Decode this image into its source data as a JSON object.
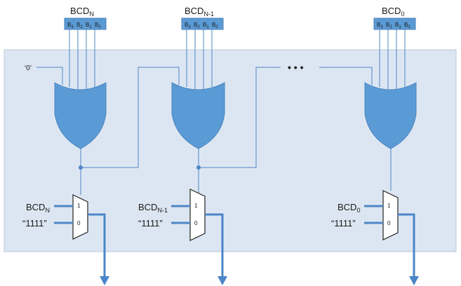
{
  "diagram": {
    "inputs": [
      {
        "bcd": {
          "main": "BCD",
          "sub": "N"
        },
        "bits": [
          {
            "main": "B",
            "sub": "3"
          },
          {
            "main": "B",
            "sub": "2"
          },
          {
            "main": "B",
            "sub": "1"
          },
          {
            "main": "B",
            "sub": "0"
          }
        ]
      },
      {
        "bcd": {
          "main": "BCD",
          "sub": "N-1"
        },
        "bits": [
          {
            "main": "B",
            "sub": "3"
          },
          {
            "main": "B",
            "sub": "2"
          },
          {
            "main": "B",
            "sub": "1"
          },
          {
            "main": "B",
            "sub": "0"
          }
        ]
      },
      {
        "bcd": {
          "main": "BCD",
          "sub": "0"
        },
        "bits": [
          {
            "main": "B",
            "sub": "3"
          },
          {
            "main": "B",
            "sub": "2"
          },
          {
            "main": "B",
            "sub": "1"
          },
          {
            "main": "B",
            "sub": "0"
          }
        ]
      }
    ],
    "first_or_input": "‘0’",
    "ellipsis": "• • •",
    "muxes": [
      {
        "in1": {
          "main": "BCD",
          "sub": "N"
        },
        "in0": "“1111”",
        "port1": "1",
        "port0": "0"
      },
      {
        "in1": {
          "main": "BCD",
          "sub": "N-1"
        },
        "in0": "“1111”",
        "port1": "1",
        "port0": "0"
      },
      {
        "in1": {
          "main": "BCD",
          "sub": "0"
        },
        "in0": "“1111”",
        "port1": "1",
        "port0": "0"
      }
    ],
    "colors": {
      "panel_fill": "#dce6f2",
      "panel_border": "#b8c8dc",
      "gate": "#5b9bd5",
      "bus_box": "#5b9bd5",
      "wire": "#4f86c6",
      "output_wire": "#4a86c8"
    }
  }
}
